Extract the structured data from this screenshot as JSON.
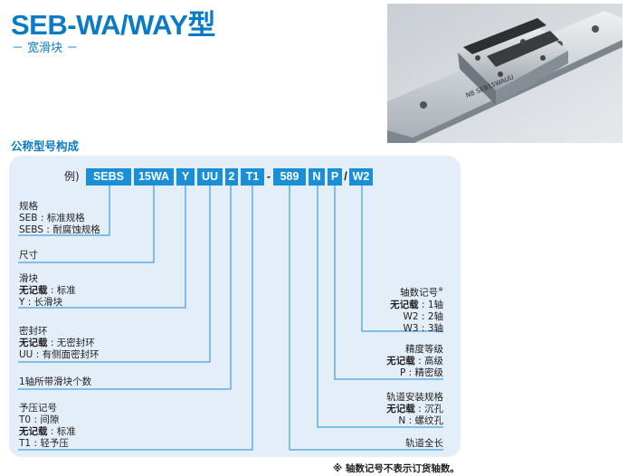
{
  "header": {
    "title": "SEB-WA/WAY型",
    "subtitle": "－ 宽滑块 －"
  },
  "photo": {
    "alt_text": "NB SEB15WAUU"
  },
  "section_title": "公称型号构成",
  "example": {
    "prefix": "例)",
    "codes": [
      "SEBS",
      "15WA",
      "Y",
      "UU",
      "2",
      "T1",
      "589",
      "N",
      "P",
      "W2"
    ],
    "separators": [
      "-",
      "/"
    ]
  },
  "left_labels": {
    "spec": {
      "title": "规格",
      "lines": [
        {
          "code": "SEB",
          "sep": " : ",
          "desc": "标准规格"
        },
        {
          "code": "SEBS",
          "sep": " : ",
          "desc": "耐腐蚀规格"
        }
      ]
    },
    "size": {
      "title": "尺寸"
    },
    "block": {
      "title": "滑块",
      "lines": [
        {
          "code": "无记载",
          "sep": " : ",
          "desc": "标准"
        },
        {
          "code": "Y",
          "sep": " : ",
          "desc": "长滑块"
        }
      ]
    },
    "seal": {
      "title": "密封环",
      "lines": [
        {
          "code": "无记载",
          "sep": " : ",
          "desc": "无密封环"
        },
        {
          "code": "UU",
          "sep": " : ",
          "desc": "有侧面密封环"
        }
      ]
    },
    "block_count": {
      "title": "1轴所带滑块个数"
    },
    "preload": {
      "title": "予压记号",
      "lines": [
        {
          "code": "T0",
          "sep": " : ",
          "desc": "间隙"
        },
        {
          "code": "无记载",
          "sep": " : ",
          "desc": "标准"
        },
        {
          "code": "T1",
          "sep": " : ",
          "desc": "轻予压"
        }
      ]
    }
  },
  "right_labels": {
    "shaft_count": {
      "title": "轴数记号",
      "title_mark": "※",
      "lines": [
        {
          "code": "无记载",
          "sep": " : ",
          "desc": "1轴"
        },
        {
          "code": "W2",
          "sep": " : ",
          "desc": "2轴"
        },
        {
          "code": "W3",
          "sep": " : ",
          "desc": "3轴"
        }
      ]
    },
    "accuracy": {
      "title": "精度等级",
      "lines": [
        {
          "code": "无记载",
          "sep": " : ",
          "desc": "高级"
        },
        {
          "code": "P",
          "sep": " : ",
          "desc": "精密级"
        }
      ]
    },
    "rail_mount": {
      "title": "轨道安装规格",
      "lines": [
        {
          "code": "无记载",
          "sep": " : ",
          "desc": "沉孔"
        },
        {
          "code": "N",
          "sep": " : ",
          "desc": "螺纹孔"
        }
      ]
    },
    "rail_length": {
      "title": "轨道全长"
    }
  },
  "footnote": "※ 轴数记号不表示订货轴数。",
  "colors": {
    "brand_blue": "#0a7bc4",
    "code_box": "#1a8fd6",
    "panel_bg": "#e3eef8",
    "leader_line": "#1a8fd6"
  }
}
